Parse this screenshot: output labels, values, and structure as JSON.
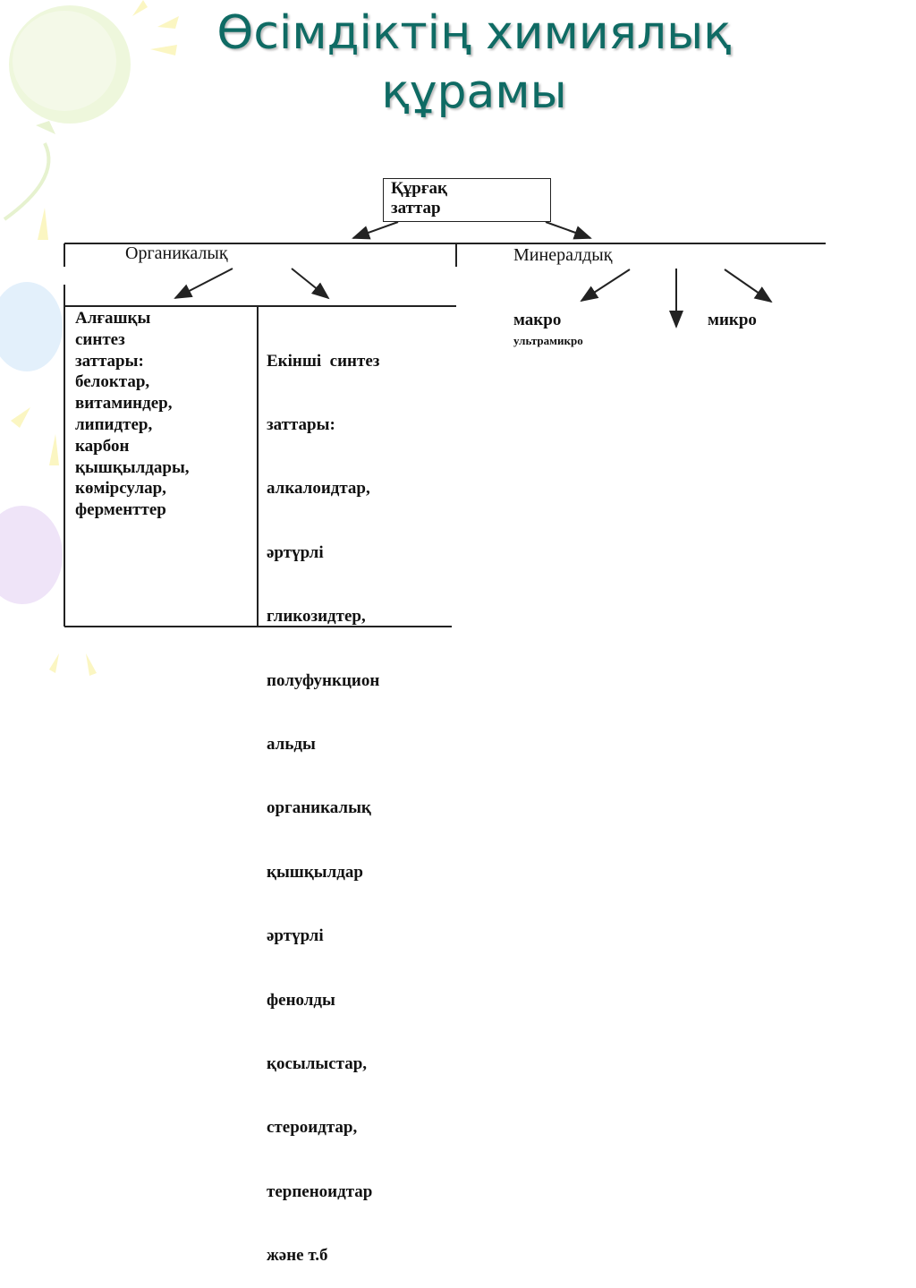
{
  "slide": {
    "title_line1": "Өсімдіктің химиялық",
    "title_line2": "құрамы",
    "title_color": "#0f6b64"
  },
  "diagram": {
    "root": {
      "line1": "Құрғақ",
      "line2": "заттар"
    },
    "organic": {
      "label": "Органикалық",
      "primary": {
        "lines": [
          "Алғашқы",
          "синтез",
          "заттары:",
          "белоктар,",
          "витаминдер,",
          "липидтер,",
          "карбон",
          "қышқылдары,",
          "көмірсулар,",
          "ферменттер"
        ]
      },
      "secondary": {
        "lines": [
          "Екінші  синтез",
          "заттары:",
          "алкалоидтар,",
          "әртүрлі",
          "гликозидтер,",
          "полуфункцион",
          "альды",
          "органикалық",
          "қышқылдар",
          "әртүрлі",
          "фенолды",
          "қосылыстар,",
          "стероидтар,",
          "терпеноидтар",
          "және т.б"
        ]
      }
    },
    "mineral": {
      "label": "Минералдық",
      "macro": "макро",
      "ultramicro": "ультрамикро",
      "micro": "микро"
    }
  }
}
